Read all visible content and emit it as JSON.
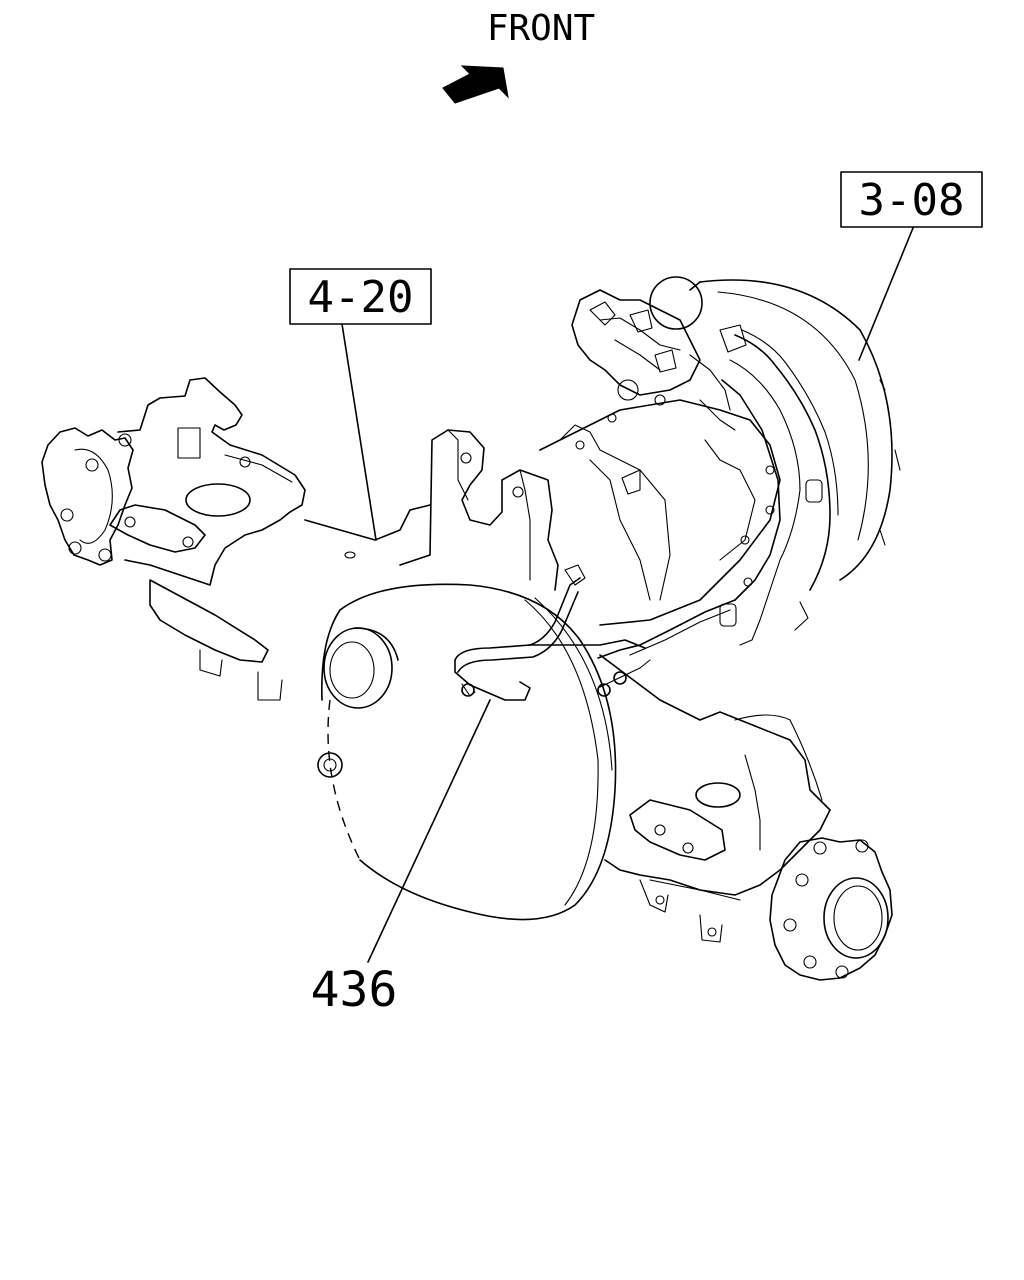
{
  "header": {
    "direction_label": "FRONT"
  },
  "callouts": {
    "ref_right": "3-08",
    "ref_left": "4-20",
    "part_number": "436"
  },
  "icons": {
    "direction": "arrow-icon"
  },
  "colors": {
    "ink": "#000000",
    "background": "#ffffff"
  }
}
